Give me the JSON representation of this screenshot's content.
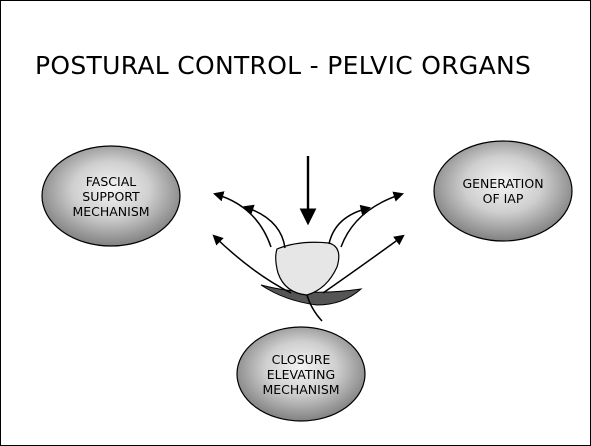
{
  "slide": {
    "title": "POSTURAL CONTROL - PELVIC ORGANS"
  },
  "nodes": {
    "left": {
      "lines": [
        "FASCIAL",
        "SUPPORT",
        "MECHANISM"
      ]
    },
    "right": {
      "lines": [
        "GENERATION",
        "OF IAP"
      ]
    },
    "bottom": {
      "lines": [
        "CLOSURE",
        "ELEVATING",
        "MECHANISM"
      ]
    }
  },
  "colors": {
    "ellipse_light": "#f4f4f4",
    "ellipse_dark": "#6e6e6e",
    "organ_fill": "#e6e6e6",
    "pelvic_floor": "#555555",
    "stroke": "#000000"
  }
}
